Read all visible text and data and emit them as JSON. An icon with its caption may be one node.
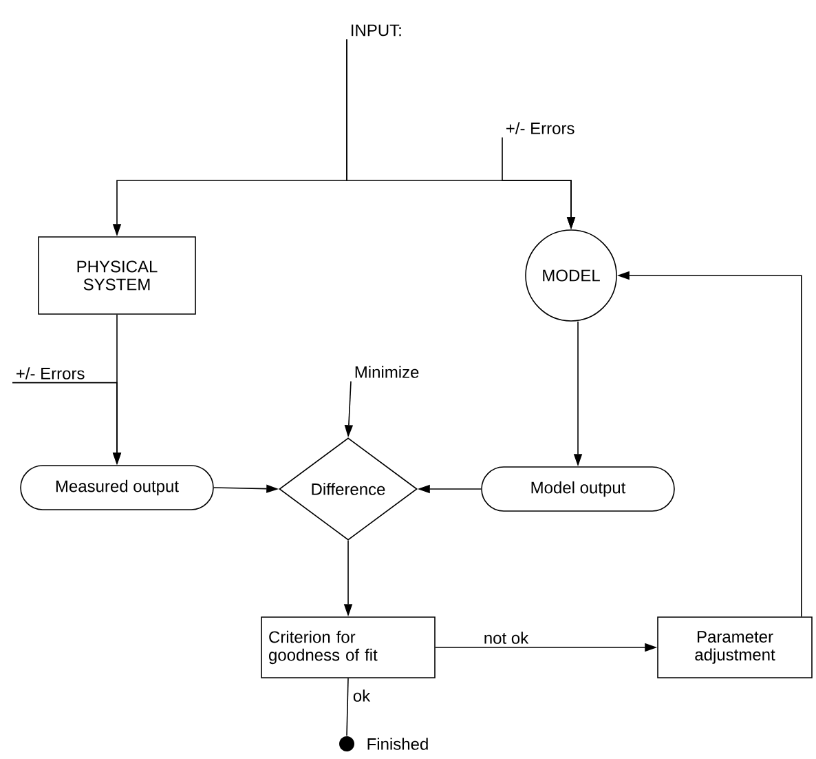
{
  "diagram": {
    "nodes": [
      {
        "text": [
          "INPUT:"
        ]
      },
      {
        "text": [
          "+/- Errors"
        ]
      },
      {
        "text": [
          "PHYSICAL SYSTEM"
        ]
      },
      {
        "text": [
          "MODEL"
        ]
      },
      {
        "text": [
          "+/- Errors"
        ]
      },
      {
        "text": [
          "Minimize"
        ]
      },
      {
        "text": [
          "Measured output"
        ]
      },
      {
        "text": [
          "Difference"
        ]
      },
      {
        "text": [
          "Model output"
        ]
      },
      {
        "text": [
          "Criterion for goodness of fit"
        ]
      },
      {
        "text": [
          "Parameter adjustment"
        ]
      },
      {
        "text": [],
        "shape": "circle",
        "beside": [
          "Finished"
        ]
      }
    ],
    "edges": [
      {
        "from": 0,
        "to": 2,
        "arrow": "to"
      },
      {
        "from": 0,
        "to": 3,
        "arrow": "to"
      },
      {
        "from": 1,
        "to": 3,
        "arrow": "to"
      },
      {
        "from": 2,
        "to": 6,
        "arrow": "to"
      },
      {
        "from": 4,
        "to": 6,
        "arrow": "to"
      },
      {
        "from": 5,
        "to": 7,
        "arrow": "to"
      },
      {
        "from": 6,
        "to": 7,
        "arrow": "to"
      },
      {
        "from": 8,
        "to": 7,
        "arrow": "to"
      },
      {
        "from": 3,
        "to": 8,
        "arrow": "to"
      },
      {
        "from": 7,
        "to": 9,
        "arrow": "to"
      },
      {
        "from": 9,
        "to": 10,
        "arrow": "to",
        "label": "not ok"
      },
      {
        "from": 10,
        "to": 3,
        "arrow": "to"
      },
      {
        "from": 9,
        "to": 11,
        "arrow": "none",
        "label": "ok"
      }
    ]
  }
}
